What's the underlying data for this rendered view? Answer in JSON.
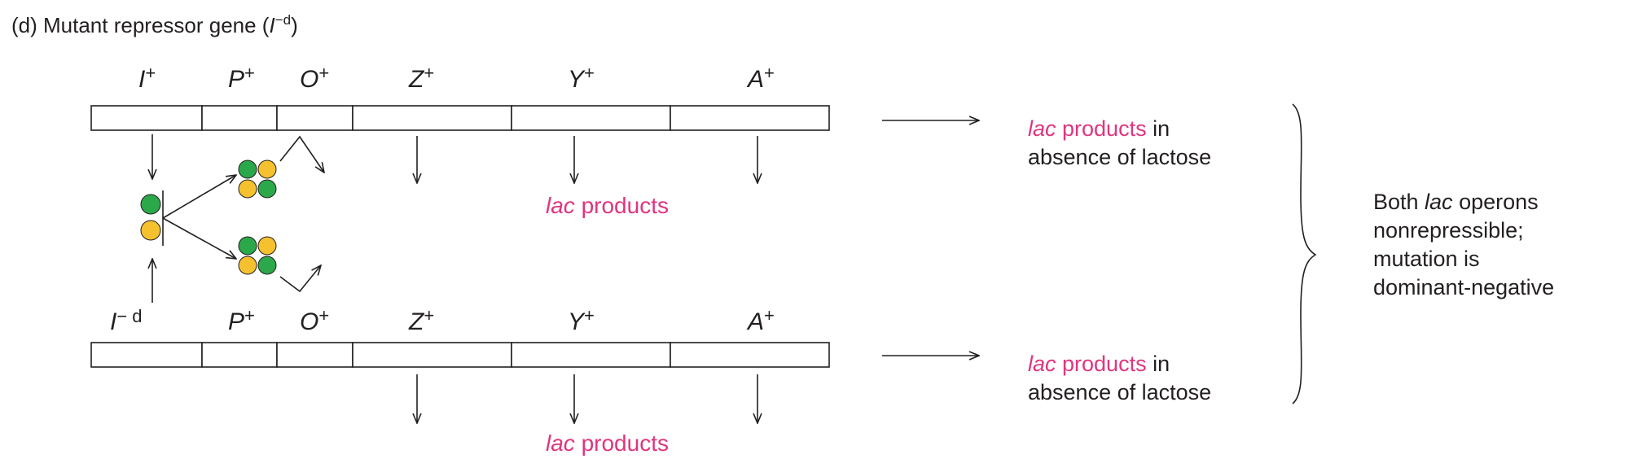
{
  "title": {
    "prefix": "(d) Mutant repressor gene (",
    "italic": "I",
    "sup": "−d",
    "suffix": ")"
  },
  "operons": [
    {
      "genes": [
        {
          "letter": "I",
          "sup": "+"
        },
        {
          "letter": "P",
          "sup": "+"
        },
        {
          "letter": "O",
          "sup": "+"
        },
        {
          "letter": "Z",
          "sup": "+"
        },
        {
          "letter": "Y",
          "sup": "+"
        },
        {
          "letter": "A",
          "sup": "+"
        }
      ],
      "products_label": {
        "italic": "lac",
        "rest": " products"
      },
      "outcome": {
        "pink_italic": "lac",
        "pink_rest": " products",
        "tail": " in",
        "line2": "absence of lactose"
      }
    },
    {
      "genes": [
        {
          "letter": "I",
          "sup": "− d"
        },
        {
          "letter": "P",
          "sup": "+"
        },
        {
          "letter": "O",
          "sup": "+"
        },
        {
          "letter": "Z",
          "sup": "+"
        },
        {
          "letter": "Y",
          "sup": "+"
        },
        {
          "letter": "A",
          "sup": "+"
        }
      ],
      "products_label": {
        "italic": "lac",
        "rest": " products"
      },
      "outcome": {
        "pink_italic": "lac",
        "pink_rest": " products",
        "tail": " in",
        "line2": "absence of lactose"
      }
    }
  ],
  "conclusion": {
    "line1_pre": "Both ",
    "line1_italic": "lac",
    "line1_post": " operons",
    "line2": "nonrepressible;",
    "line3": "mutation is",
    "line4": "dominant-negative"
  },
  "colors": {
    "green": "#2ba84a",
    "yellow": "#f5c12e",
    "pink": "#e0357f",
    "ink": "#231f20"
  }
}
